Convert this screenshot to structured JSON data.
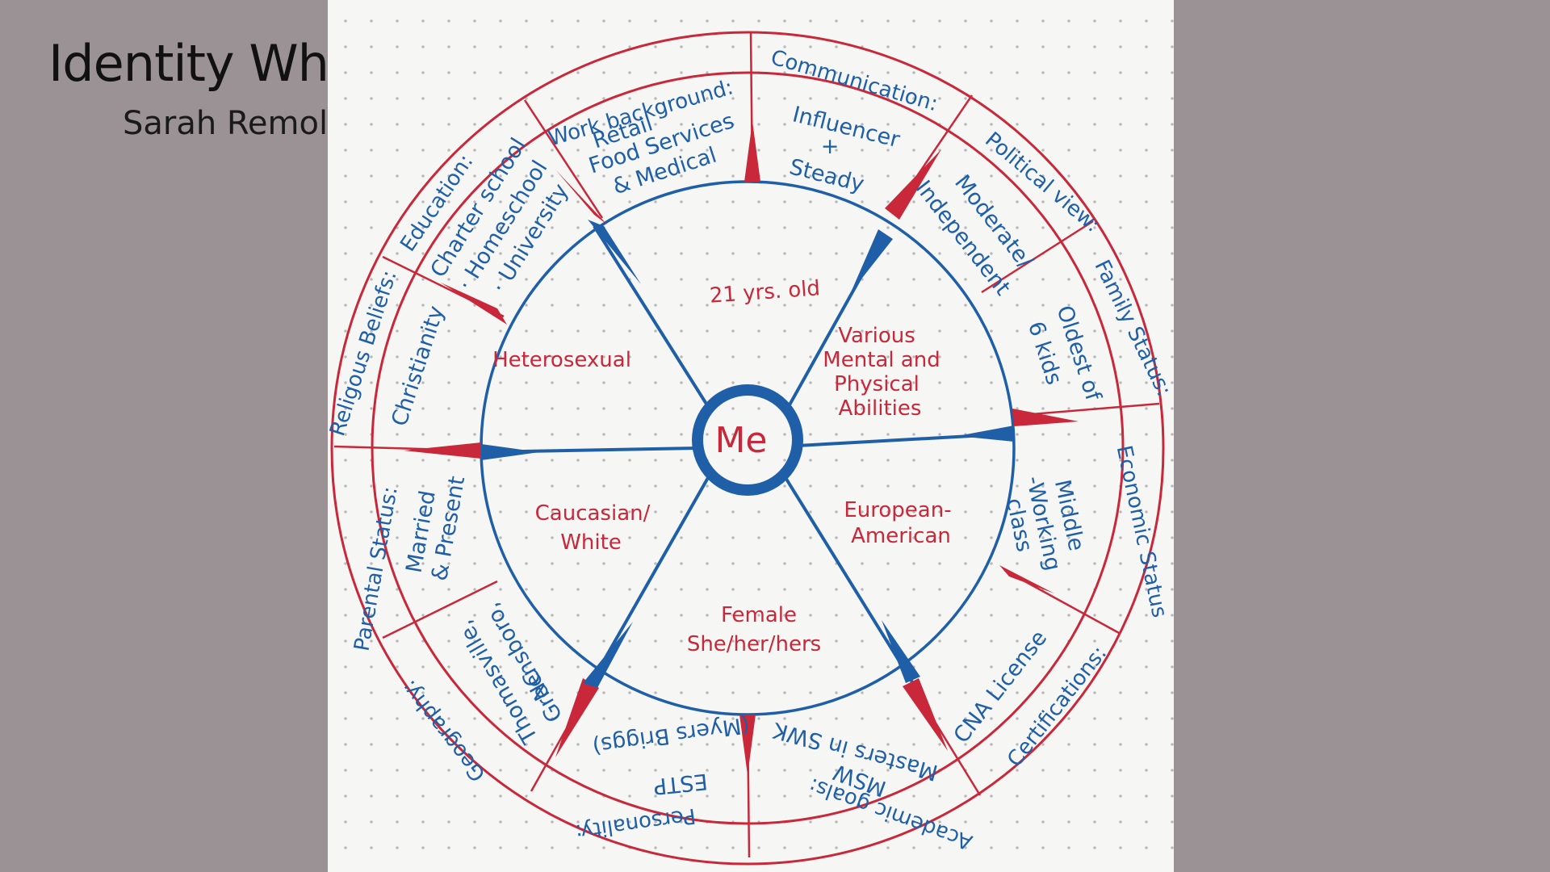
{
  "slide": {
    "title": "Identity Wheel",
    "subtitle": "Sarah Remole"
  },
  "wheel": {
    "center": "Me",
    "inner": {
      "age": "21 yrs. old",
      "abilities_1": "Various",
      "abilities_2": "Mental and",
      "abilities_3": "Physical",
      "abilities_4": "Abilities",
      "ethnicity_1": "European-",
      "ethnicity_2": "American",
      "gender_1": "Female",
      "gender_2": "She/her/hers",
      "race_1": "Caucasian/",
      "race_2": "White",
      "orientation": "Heterosexual"
    },
    "outer": {
      "work_label": "Work background:",
      "work_1": "Retail",
      "work_2": "Food Services",
      "work_3": "& Medical",
      "comm_label": "Communication:",
      "comm_1": "Influencer",
      "comm_2": "+",
      "comm_3": "Steady",
      "political_label": "Political view:",
      "political_1": "Moderate/",
      "political_2": "Independent",
      "family_label": "Family Status:",
      "family_1": "Oldest of",
      "family_2": "6 kids",
      "economic_label": "Economic Status",
      "economic_1": "Middle",
      "economic_2": "-Working",
      "economic_3": "class",
      "cert_label": "Certifications:",
      "cert_1": "CNA License",
      "academic_label": "Academic goals:",
      "academic_1": "MSW",
      "academic_2": "Masters in SWK",
      "personality_label": "Personality:",
      "personality_1": "ESTP",
      "personality_2": "(Myers Briggs)",
      "geography_label": "Geography:",
      "geography_1": "Thomasville,",
      "geography_2": "Greensboro,",
      "geography_3": "NC",
      "parental_label": "Parental Status:",
      "parental_1": "Married",
      "parental_2": "& Present",
      "religion_label": "Religous Beliefs:",
      "religion_1": "Christianity",
      "education_label": "Education:",
      "education_1": "Charter school",
      "education_2": "· Homeschool",
      "education_3": "· University"
    }
  },
  "colors": {
    "ink_red": "#c8283a",
    "ink_blue": "#1f5fa8",
    "paper": "#f6f6f4",
    "slide_background": "#9a9294"
  }
}
